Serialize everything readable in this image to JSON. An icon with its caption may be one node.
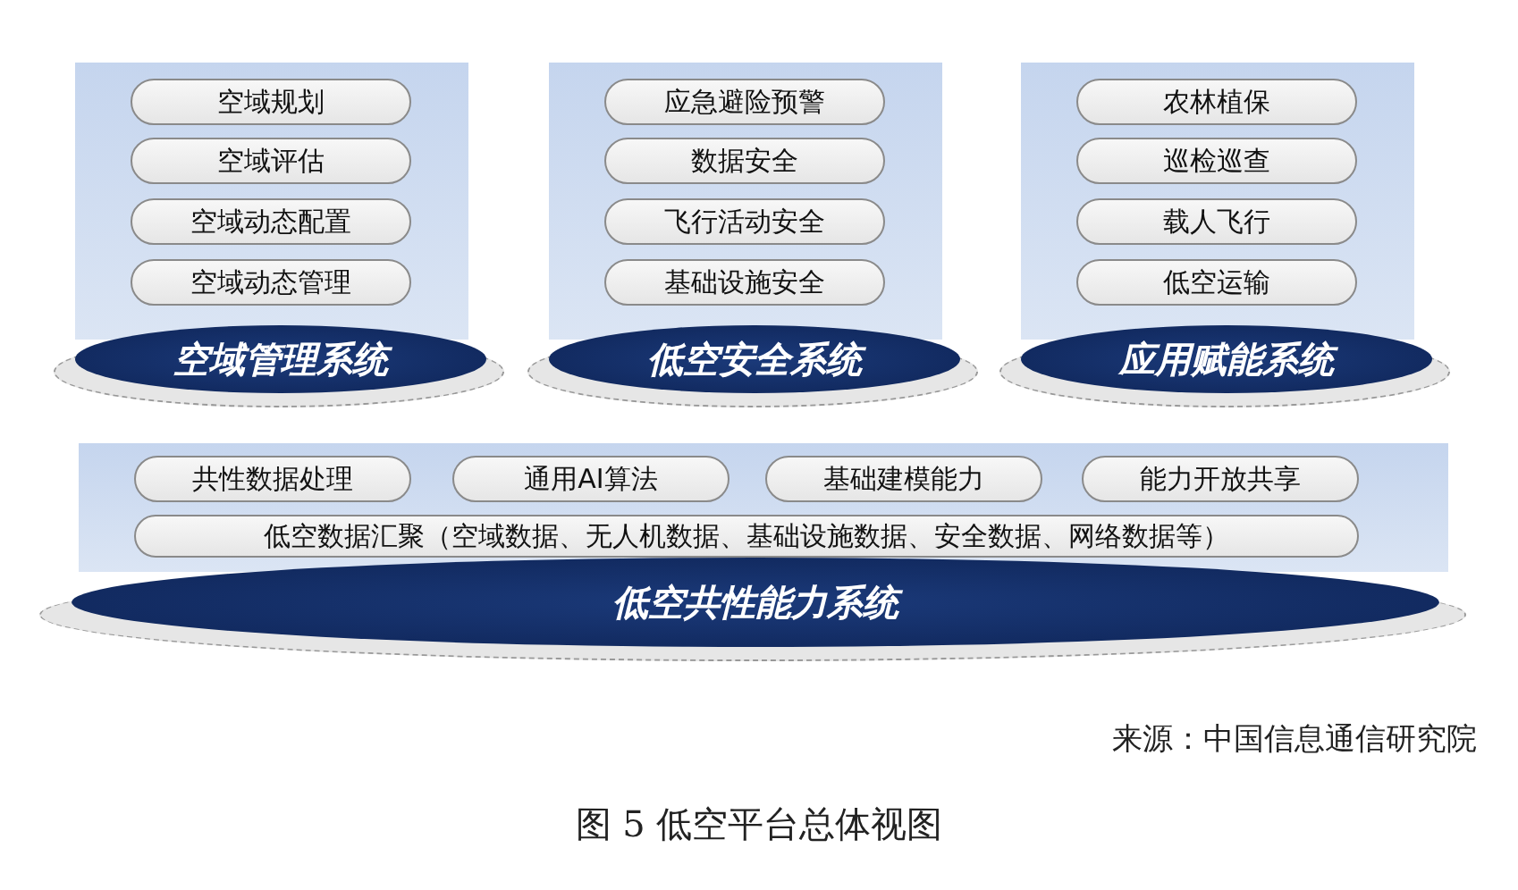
{
  "diagram": {
    "caption": "图 5 低空平台总体视图",
    "nodes": [
      {
        "text": [
          "空域管理系统"
        ]
      },
      {
        "text": [
          "空域规划"
        ],
        "in": 0
      },
      {
        "text": [
          "空域评估"
        ],
        "in": 0
      },
      {
        "text": [
          "空域动态配置"
        ],
        "in": 0
      },
      {
        "text": [
          "空域动态管理"
        ],
        "in": 0
      },
      {
        "text": [
          "低空安全系统"
        ]
      },
      {
        "text": [
          "应急避险预警"
        ],
        "in": 5
      },
      {
        "text": [
          "数据安全"
        ],
        "in": 5
      },
      {
        "text": [
          "飞行活动安全"
        ],
        "in": 5
      },
      {
        "text": [
          "基础设施安全"
        ],
        "in": 5
      },
      {
        "text": [
          "应用赋能系统"
        ]
      },
      {
        "text": [
          "农林植保"
        ],
        "in": 10
      },
      {
        "text": [
          "巡检巡查"
        ],
        "in": 10
      },
      {
        "text": [
          "载人飞行"
        ],
        "in": 10
      },
      {
        "text": [
          "低空运输"
        ],
        "in": 10
      },
      {
        "text": [
          "低空共性能力系统"
        ]
      },
      {
        "text": [
          "共性数据处理"
        ],
        "in": 15
      },
      {
        "text": [
          "通用AI算法"
        ],
        "in": 15
      },
      {
        "text": [
          "基础建模能力"
        ],
        "in": 15
      },
      {
        "text": [
          "能力开放共享"
        ],
        "in": 15
      },
      {
        "text": [
          "低空数据汇聚（空域数据、无人机数据、基础设施数据、安全数据、网络数据等）"
        ],
        "in": 15
      }
    ],
    "edges": [],
    "labels": [
      "来源：中国信息通信研究院"
    ]
  }
}
